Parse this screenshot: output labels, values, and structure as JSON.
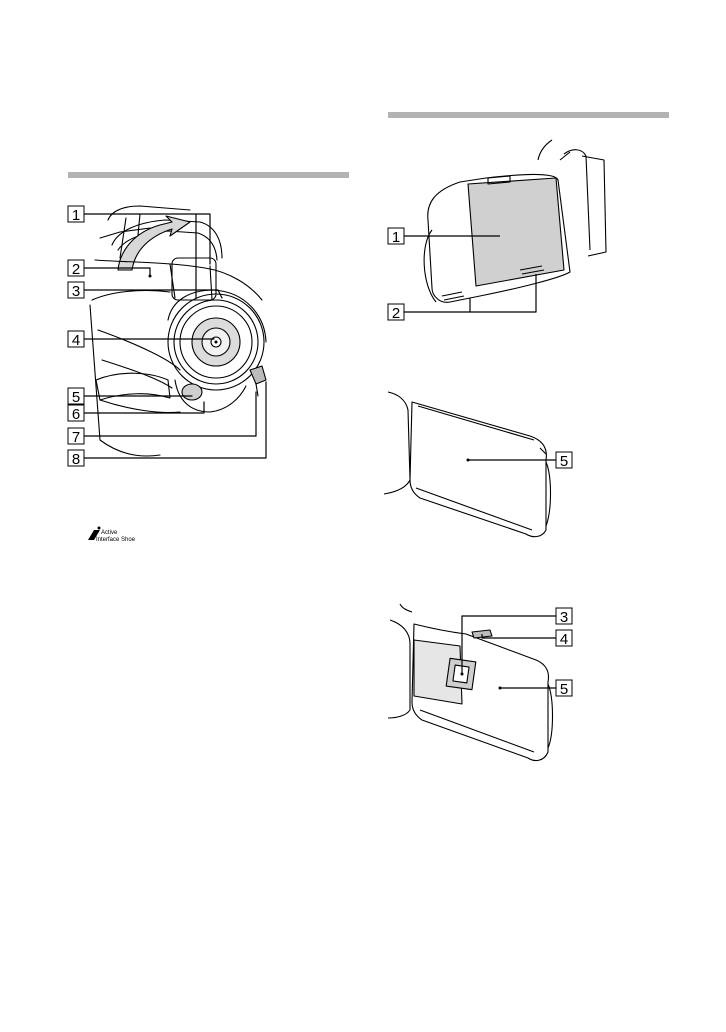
{
  "left_figure": {
    "callouts": [
      "1",
      "2",
      "3",
      "4",
      "5",
      "6",
      "7",
      "8"
    ],
    "logo": {
      "line1": "Active",
      "line2": "Interface Shoe"
    }
  },
  "right_top_figure": {
    "callouts": [
      "1",
      "2"
    ]
  },
  "right_middle_figure": {
    "callouts": [
      "5"
    ]
  },
  "right_bottom_figure": {
    "callouts": [
      "3",
      "4",
      "5"
    ]
  }
}
